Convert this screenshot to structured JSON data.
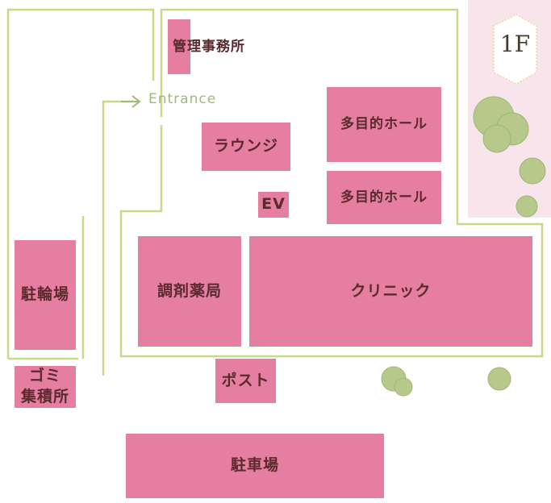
{
  "floor": {
    "label": "1F",
    "frame_color": "#e9d7a8"
  },
  "colors": {
    "background": "#f8e5ec",
    "building": "#ffffff",
    "wall": "#c8d98a",
    "room": "#e57ea0",
    "room_text": "#5a2a2e",
    "tree": "#b7c98a"
  },
  "entrance": {
    "label": "Entrance"
  },
  "rooms": {
    "management_office": "管理事務所",
    "lounge": "ラウンジ",
    "multipurpose_hall_1": "多目的ホール",
    "multipurpose_hall_2": "多目的ホール",
    "ev": "EV",
    "pharmacy": "調剤薬局",
    "clinic": "クリニック",
    "bicycle_parking": "駐輪場",
    "garbage": "ゴミ\n集積所",
    "mailbox": "ポスト",
    "parking": "駐車場"
  },
  "icons": [
    "tree-icon",
    "arrow-right-icon"
  ]
}
